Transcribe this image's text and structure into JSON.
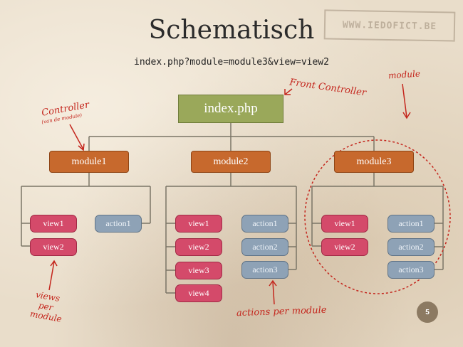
{
  "title": "Schematisch",
  "url": "index.php?module=module3&view=view2",
  "stamp_text": "WWW.IEDOFICT.BE",
  "front_controller": {
    "label": "index.php",
    "note": "Front Controller"
  },
  "modules": [
    {
      "name": "module1",
      "views": [
        "view1",
        "view2"
      ],
      "actions": [
        "action1"
      ]
    },
    {
      "name": "module2",
      "views": [
        "view1",
        "view2",
        "view3",
        "view4"
      ],
      "actions": [
        "action1",
        "action2",
        "action3"
      ]
    },
    {
      "name": "module3",
      "views": [
        "view1",
        "view2"
      ],
      "actions": [
        "action1",
        "action2",
        "action3"
      ]
    }
  ],
  "annotations": {
    "controller": "Controller",
    "controller_sub": "(van de module)",
    "module": "module",
    "views_line1": "views",
    "views_line2": "per",
    "views_line3": "module",
    "actions_per_module": "actions per module"
  },
  "page_number": "5",
  "colors": {
    "front_controller": "#9aa85a",
    "module": "#c7692d",
    "view": "#d44a6a",
    "action": "#8ea2b6",
    "line": "#7a7566",
    "annotation": "#c4261d"
  }
}
